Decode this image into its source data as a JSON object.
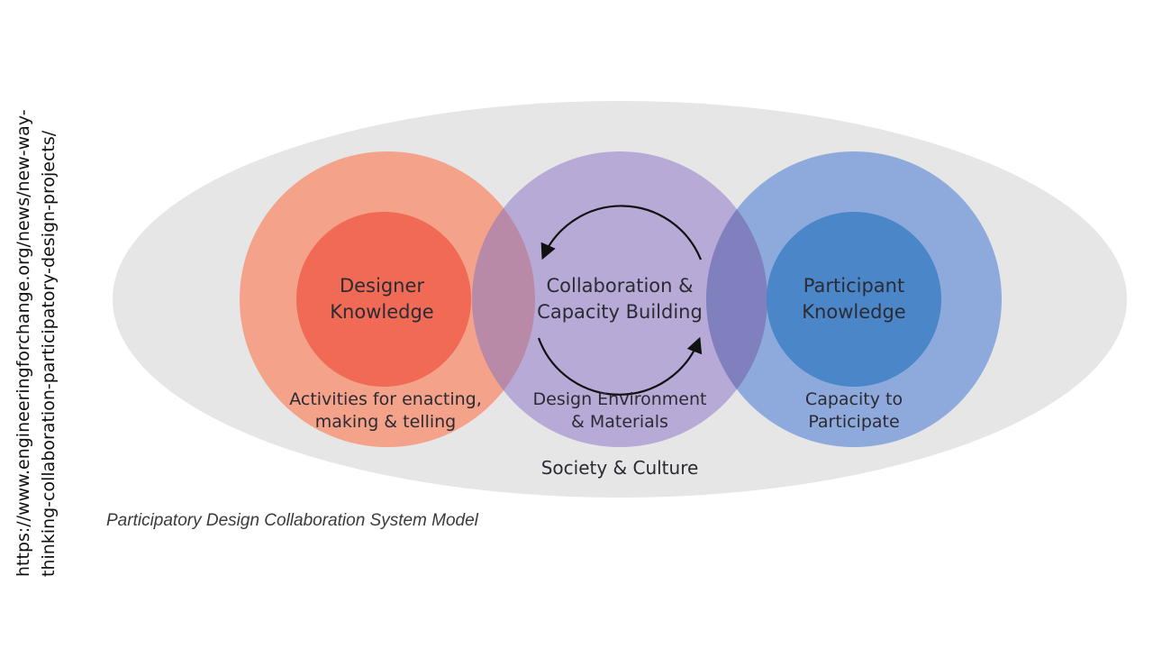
{
  "source_url": {
    "line1": "https://www.engineeringforchange.org/news/new-way-",
    "line2": "thinking-collaboration-participatory-design-projects/"
  },
  "diagram": {
    "designer": {
      "title_line1": "Designer",
      "title_line2": "Knowledge",
      "sub_line1": "Activities for enacting,",
      "sub_line2": "making & telling"
    },
    "collaboration": {
      "title_line1": "Collaboration &",
      "title_line2": "Capacity Building",
      "sub_line1": "Design Environment",
      "sub_line2": "& Materials"
    },
    "participant": {
      "title_line1": "Participant",
      "title_line2": "Knowledge",
      "sub_line1": "Capacity to",
      "sub_line2": "Participate"
    },
    "context_label": "Society & Culture"
  },
  "caption": "Participatory Design Collaboration System Model",
  "colors": {
    "ellipse": "#e6e6e6",
    "designer_outer": "#f4a28a",
    "designer_inner": "#f06a55",
    "collab": "#b7aad6",
    "participant_outer": "#8eaadc",
    "participant_inner": "#4a86c8",
    "overlap_left": "#b98aa8",
    "overlap_right": "#8080bf",
    "arrow": "#111111"
  }
}
